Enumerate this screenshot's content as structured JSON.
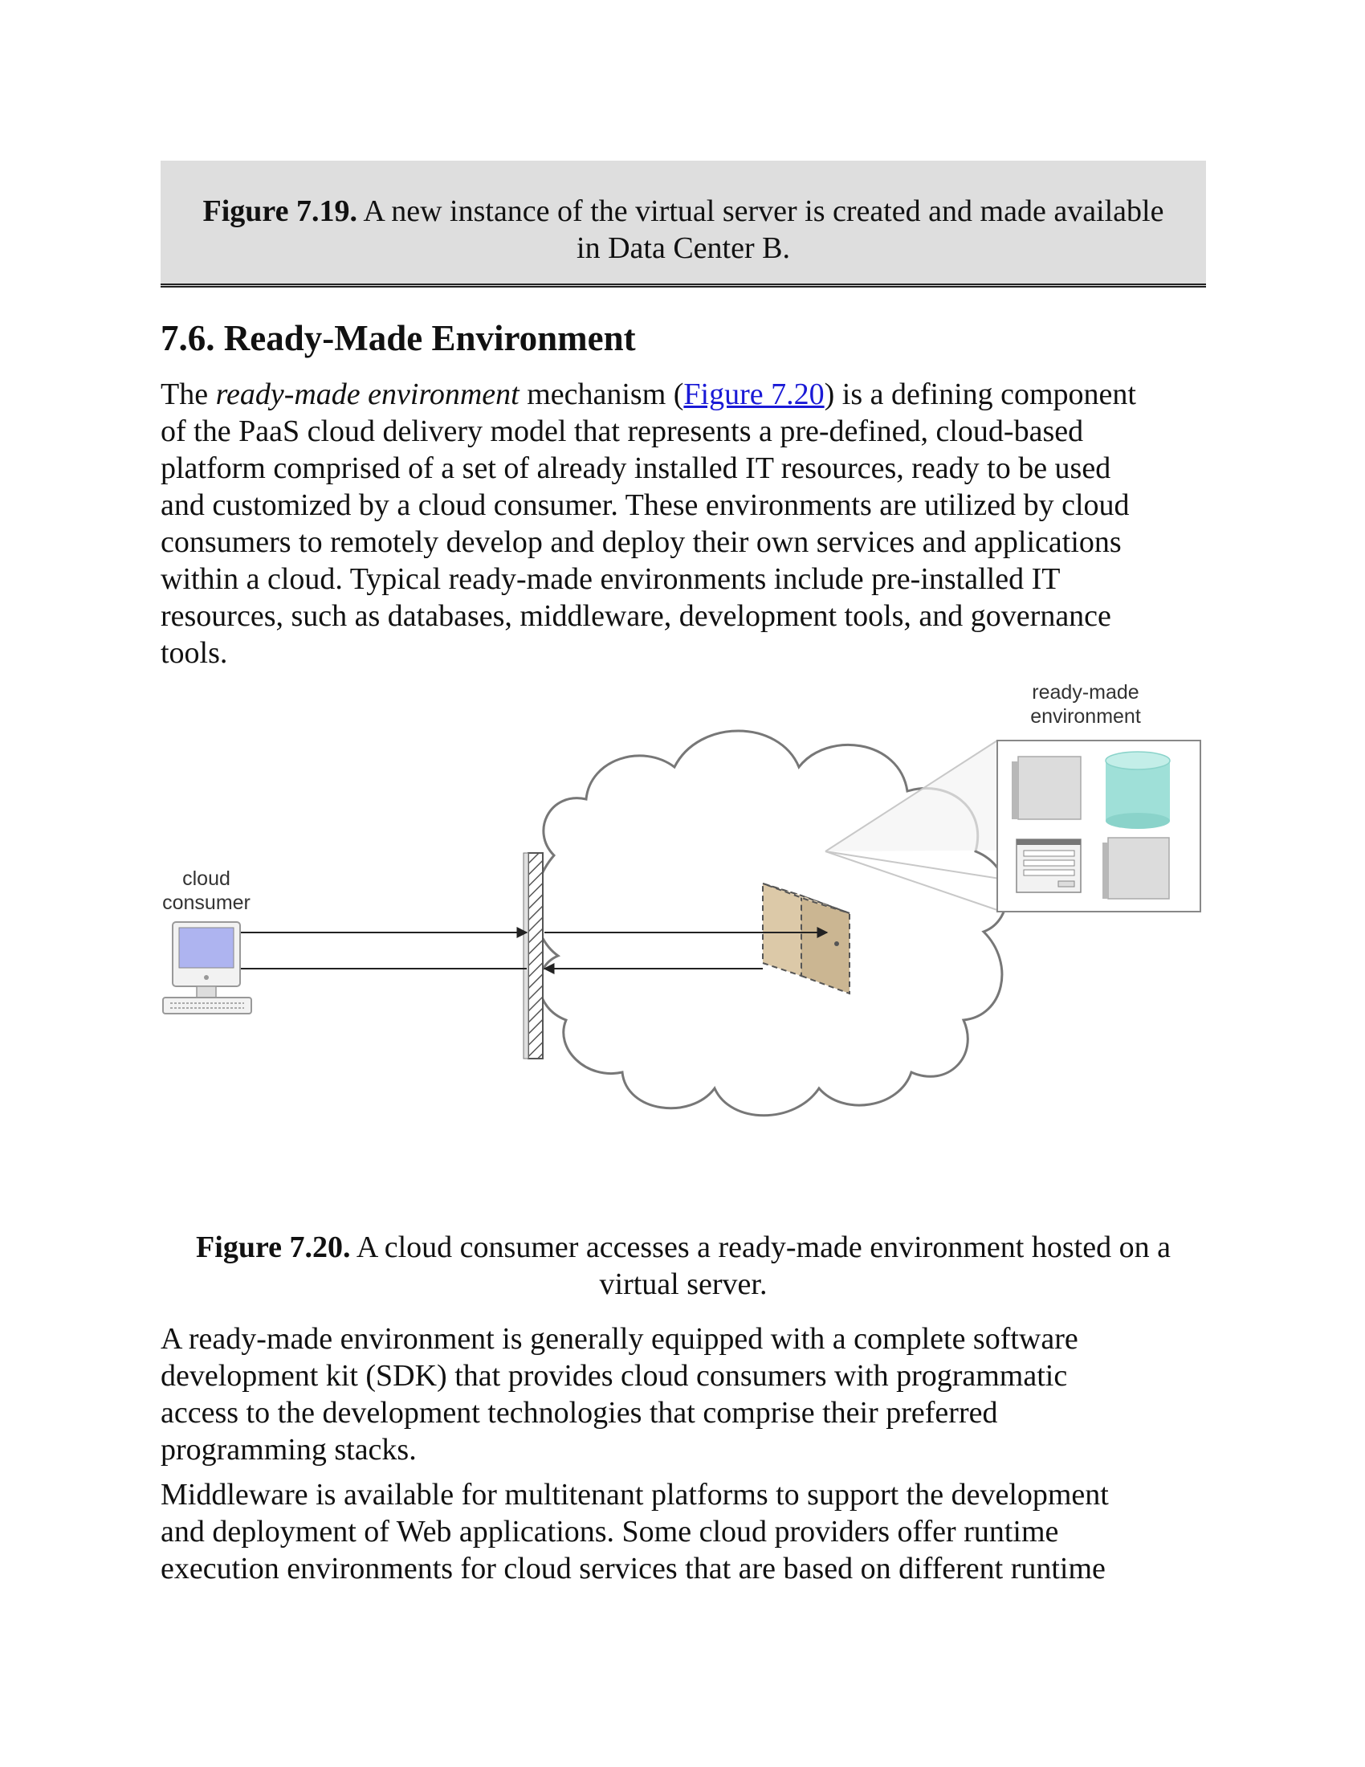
{
  "prev_figure": {
    "label": "Figure 7.19.",
    "line1": " A new instance of the virtual server is created and made available",
    "line2": "in Data Center B."
  },
  "section": {
    "heading": "7.6. Ready-Made Environment"
  },
  "para1": {
    "pre": "The ",
    "term": "ready-made environment",
    "mid": " mechanism (",
    "link": "Figure 7.20",
    "lines": [
      ") is a defining component",
      "of the PaaS cloud delivery model that represents a pre-defined, cloud-based",
      "platform comprised of a set of already installed IT resources, ready to be used",
      "and customized by a cloud consumer. These environments are utilized by cloud",
      "consumers to remotely develop and deploy their own services and applications",
      "within a cloud. Typical ready-made environments include pre-installed IT",
      "resources, such as databases, middleware, development tools, and governance",
      "tools."
    ]
  },
  "diagram": {
    "consumer_label_1": "cloud",
    "consumer_label_2": "consumer",
    "env_label_1": "ready-made",
    "env_label_2": "environment",
    "colors": {
      "monitor_screen": "#aeb4f0",
      "server_fill": "#dcc9a8",
      "db_fill": "#9fe0d8",
      "box_fill": "#dcdcdc",
      "outline": "#666666"
    }
  },
  "figure_caption": {
    "label": "Figure 7.20.",
    "line1": " A cloud consumer accesses a ready-made environment hosted on a",
    "line2": "virtual server."
  },
  "para2": {
    "lines": [
      "A ready-made environment is generally equipped with a complete software",
      "development kit (SDK) that provides cloud consumers with programmatic",
      "access to the development technologies that comprise their preferred",
      "programming stacks."
    ]
  },
  "para3": {
    "lines": [
      "Middleware is available for multitenant platforms to support the development",
      "and deployment of Web applications. Some cloud providers offer runtime",
      "execution environments for cloud services that are based on different runtime"
    ]
  }
}
